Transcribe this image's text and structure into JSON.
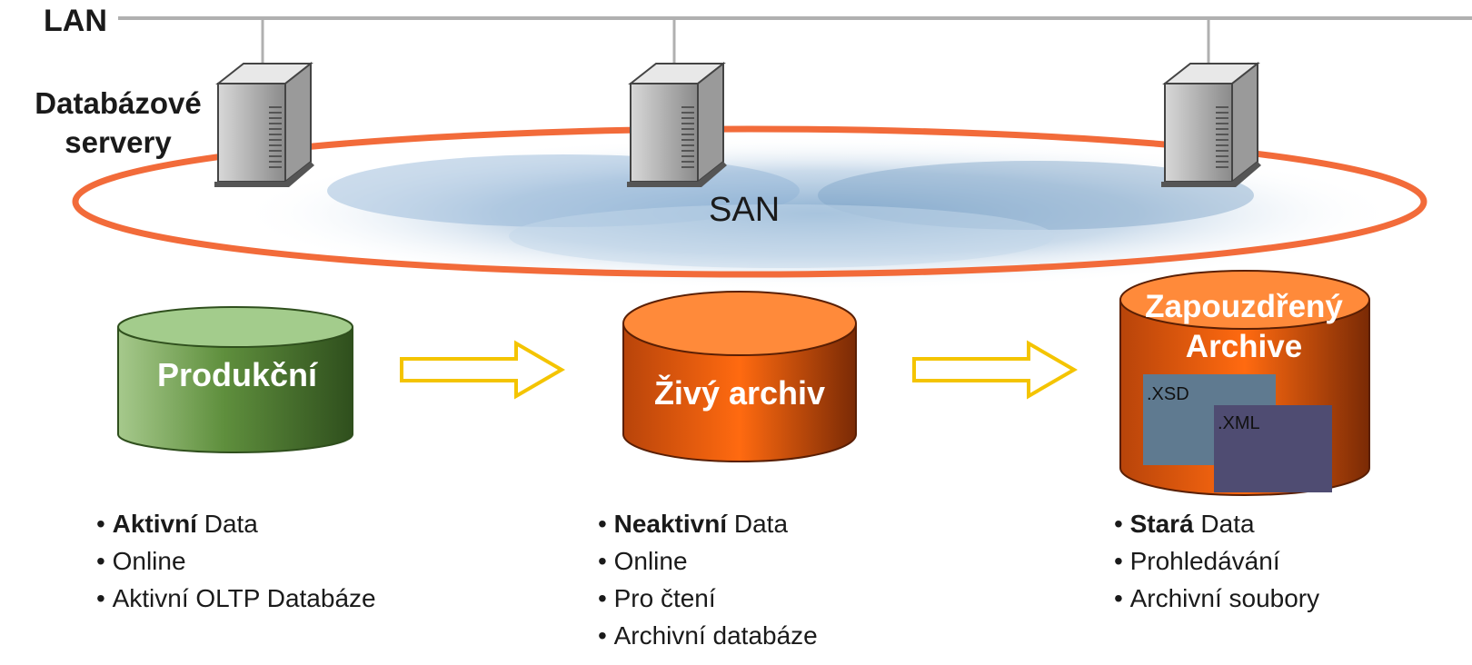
{
  "network": {
    "lan_label": "LAN",
    "servers_label_line1": "Databázové",
    "servers_label_line2": "servery",
    "san_label": "SAN"
  },
  "colors": {
    "lan_line": "#b0b0b0",
    "san_ring": "#f26b3a",
    "production_db": "#5a8a3a",
    "live_archive_db": "#e0520a",
    "encapsulated_archive_db": "#d4500c",
    "arrow": "#f4c400",
    "xsd_file": "#5f7a90",
    "xml_file": "#4f4c72"
  },
  "databases": [
    {
      "label": "Produkční",
      "bullets": [
        {
          "bold": "Aktivní",
          "text": " Data"
        },
        {
          "bold": "",
          "text": "Online"
        },
        {
          "bold": "",
          "text": "Aktivní OLTP Databáze"
        }
      ]
    },
    {
      "label": "Živý archiv",
      "bullets": [
        {
          "bold": "Neaktivní",
          "text": " Data"
        },
        {
          "bold": "",
          "text": "Online"
        },
        {
          "bold": "",
          "text": "Pro čtení"
        },
        {
          "bold": "",
          "text": "Archivní databáze"
        }
      ]
    },
    {
      "label_line1": "Zapouzdřený",
      "label_line2": "Archive",
      "files": [
        ".XSD",
        ".XML"
      ],
      "bullets": [
        {
          "bold": "Stará",
          "text": " Data"
        },
        {
          "bold": "",
          "text": "Prohledávání"
        },
        {
          "bold": "",
          "text": "Archivní soubory"
        }
      ]
    }
  ]
}
